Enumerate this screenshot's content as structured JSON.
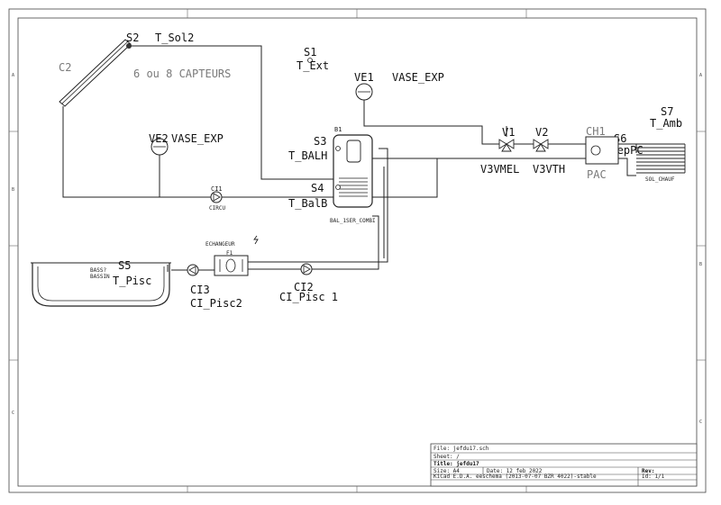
{
  "collectors": {
    "ref": "C2",
    "note": "6 ou 8 CAPTEURS"
  },
  "sensors": [
    {
      "id": "S2",
      "name": "T_Sol2"
    },
    {
      "id": "S1",
      "name": "T_Ext"
    },
    {
      "id": "S3",
      "name": "T_BALH"
    },
    {
      "id": "S4",
      "name": "T_BalB"
    },
    {
      "id": "S5",
      "name": "T_Pisc"
    },
    {
      "id": "S6",
      "name": "T_DepPC"
    },
    {
      "id": "S7",
      "name": "T_Amb"
    }
  ],
  "expansion_vessels": [
    {
      "id": "VE1",
      "name": "VASE_EXP"
    },
    {
      "id": "VE2",
      "name": "VASE_EXP"
    }
  ],
  "tank": {
    "ref": "B1",
    "name": "BAL_1SER_COMBI"
  },
  "pumps": [
    {
      "id": "CI1",
      "name": "CIRCU"
    },
    {
      "id": "CI2",
      "name": "CI_Pisc 1"
    },
    {
      "id": "CI3",
      "name": "CI_Pisc2"
    }
  ],
  "valves": [
    {
      "id": "V1",
      "name": "V3VMEL"
    },
    {
      "id": "V2",
      "name": "V3VTH"
    }
  ],
  "heat_pump": {
    "id": "CH1",
    "name": "PAC"
  },
  "floor_heating": {
    "name": "SOL_CHAUF"
  },
  "exchanger": {
    "title": "ECHANGEUR",
    "ref": "F1"
  },
  "pool": {
    "ref": "BASS?",
    "name": "BASSIN"
  },
  "ruler": {
    "left_marks": [
      "A",
      "B",
      "C"
    ],
    "right_marks": [
      "A",
      "B",
      "C"
    ]
  },
  "title_block": {
    "file": "File: jefdu17.sch",
    "sheet": "Sheet: /",
    "title": "Title: jefdu17",
    "size": "Size: A4",
    "date": "Date: 12 feb 2022",
    "rev": "Rev:",
    "tool": "KiCad E.D.A.  eeschema (2013-07-07 BZR 4022)-stable",
    "id": "Id: 1/1"
  }
}
